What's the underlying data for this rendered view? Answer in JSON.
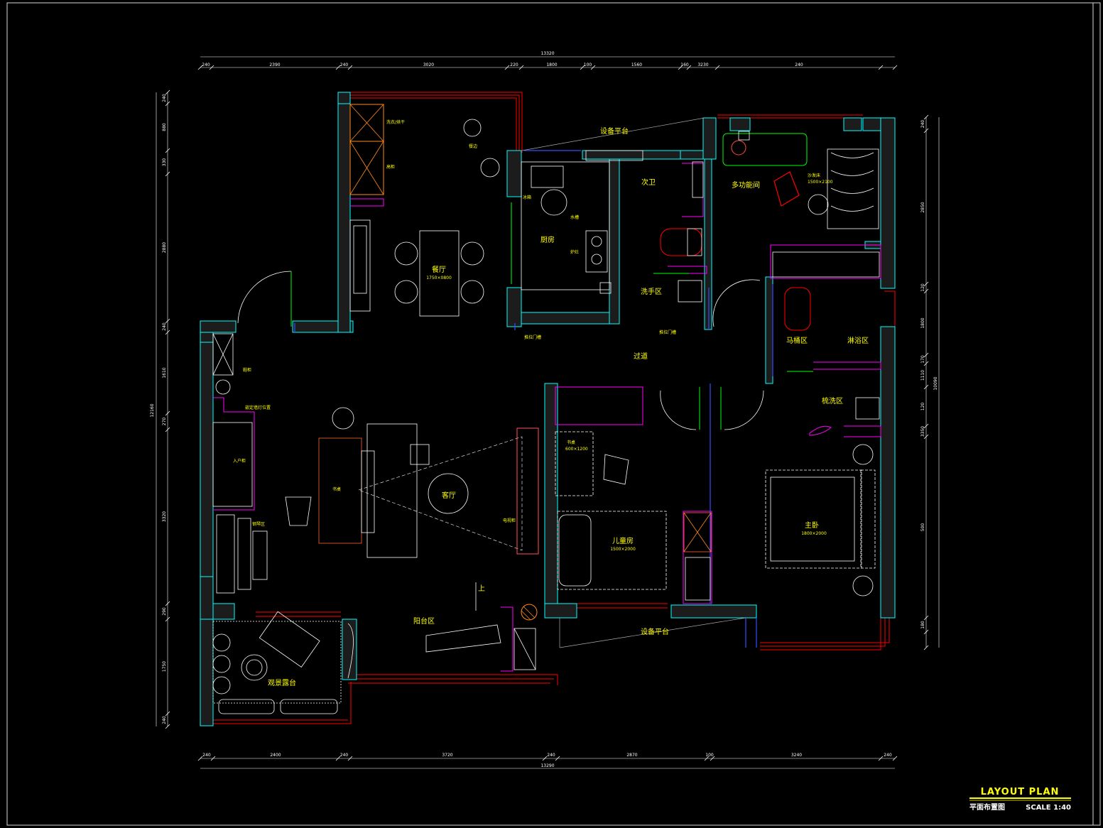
{
  "drawing": {
    "title": "LAYOUT  PLAN",
    "subtitle": "平面布置图",
    "scale": "SCALE 1:40"
  },
  "rooms": {
    "dining": "餐厅",
    "dining_note": "1750×0800",
    "kitchen": "厨房",
    "guest_bath": "次卫",
    "wash_area": "洗手区",
    "multi_room": "多功能间",
    "equip_top": "设备平台",
    "equip_bottom": "设备平台",
    "corridor": "过道",
    "toilet_area": "马桶区",
    "shower_area": "淋浴区",
    "washbasin_area": "梳洗区",
    "living": "客厅",
    "kids_room": "儿童房",
    "kids_note": "1500×2000",
    "master": "主卧",
    "master_note": "1800×2000",
    "balcony": "阳台区",
    "view_balcony": "观景露台",
    "up": "上"
  },
  "labels": {
    "washer": "洗衣/烘干",
    "storage": "高柜",
    "cabinet1": "餐边",
    "fridge": "冰箱",
    "sink": "水槽",
    "stove": "炉灶",
    "sliding_door1": "推拉门槽",
    "sliding_door2": "推拉门槽",
    "shoe": "鞋柜",
    "entry_decor": "嵌定墙灯位置",
    "bookshelf": "入户柜",
    "piano": "钢琴区",
    "desk": "书桌",
    "tv": "电视柜",
    "desk2": "书桌",
    "desk2_note": "600×1200",
    "sofa_bed": "沙发床",
    "sofa_bed_note": "1500×2100"
  },
  "dimensions": {
    "top_total": "13320",
    "top": [
      "240",
      "2390",
      "240",
      "3020",
      "220",
      "1800",
      "100",
      "1560",
      "160",
      "3230",
      "240"
    ],
    "bottom_total": "13290",
    "bottom": [
      "240",
      "2400",
      "240",
      "3720",
      "240",
      "2870",
      "100",
      "3240",
      "240"
    ],
    "left_total": "12160",
    "left": [
      "240",
      "880",
      "330",
      "2880",
      "240",
      "1610",
      "270",
      "3320",
      "290",
      "1750",
      "240"
    ],
    "right_total": "10090",
    "right": [
      "240",
      "2850",
      "120",
      "1800",
      "170",
      "1110",
      "120",
      "3350",
      "500",
      "180"
    ]
  },
  "colors": {
    "background": "#000000",
    "wall_outline": "#00ffff",
    "wall_fill": "#1c1c1c",
    "label": "#ffff00",
    "window": "#ff0000",
    "furniture": "#ffffff"
  }
}
